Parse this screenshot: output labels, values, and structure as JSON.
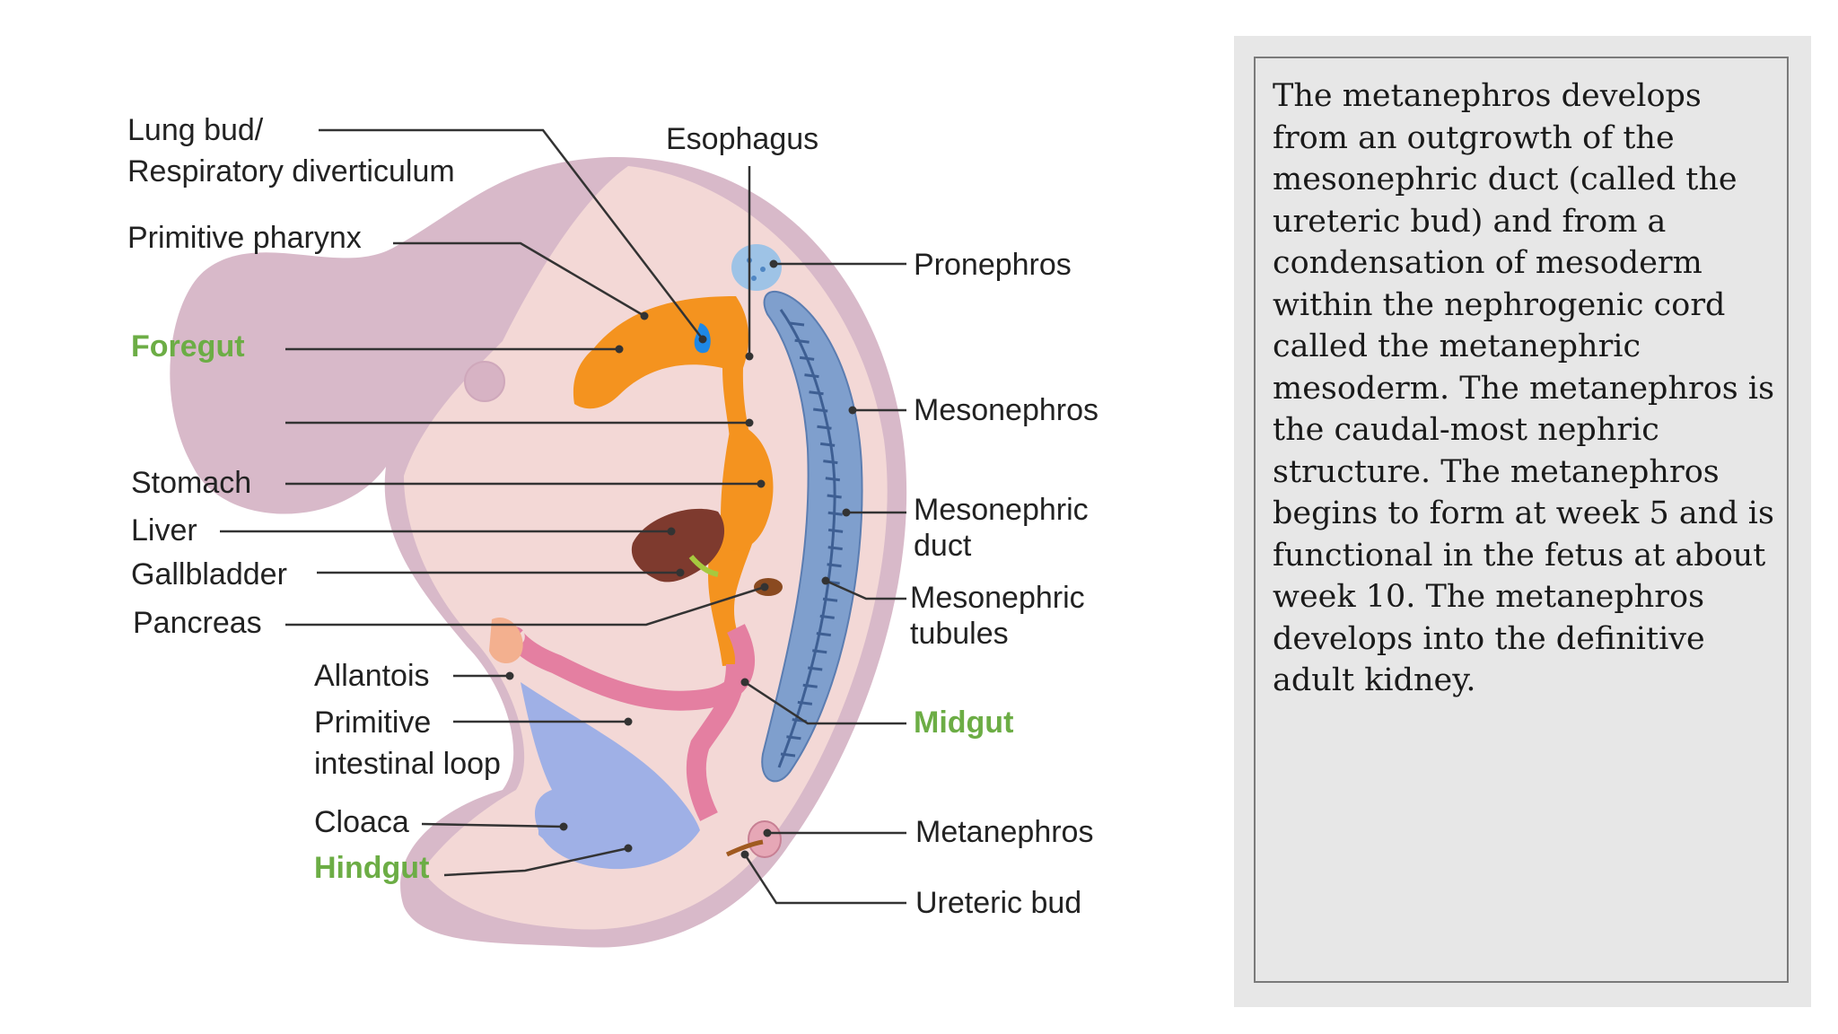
{
  "diagram": {
    "labels": {
      "lung_bud_line1": "Lung bud/",
      "lung_bud_line2": "Respiratory diverticulum",
      "primitive_pharynx": "Primitive pharynx",
      "foregut": "Foregut",
      "stomach": "Stomach",
      "liver": "Liver",
      "gallbladder": "Gallbladder",
      "pancreas": "Pancreas",
      "allantois": "Allantois",
      "primitive_intestinal_loop_line1": "Primitive",
      "primitive_intestinal_loop_line2": "intestinal loop",
      "cloaca": "Cloaca",
      "hindgut": "Hindgut",
      "esophagus": "Esophagus",
      "pronephros": "Pronephros",
      "mesonephros": "Mesonephros",
      "mesonephric_duct_line1": "Mesonephric",
      "mesonephric_duct_line2": "duct",
      "mesonephric_tubules_line1": "Mesonephric",
      "mesonephric_tubules_line2": "tubules",
      "midgut": "Midgut",
      "metanephros": "Metanephros",
      "ureteric_bud": "Ureteric bud"
    },
    "colors": {
      "embryo_outer": "#d8b9c9",
      "embryo_inner": "#f3d8d6",
      "gut_tube": "#f4931f",
      "mesonephros": "#7f9fcd",
      "hindgut": "#9fb0e6",
      "allantois_loop": "#e47fa1",
      "liver": "#7e3a2e",
      "highlight_label": "#6cad45"
    }
  },
  "description": "The metanephros develops from an outgrowth of the mesonephric duct (called the ureteric bud) and from a condensation of mesoderm within the nephrogenic cord called the metanephric mesoderm. The metanephros is the caudal-most nephric structure. The metanephros begins to form at week 5 and is functional in the fetus at about week 10. The metanephros develops into the definitive adult kidney."
}
